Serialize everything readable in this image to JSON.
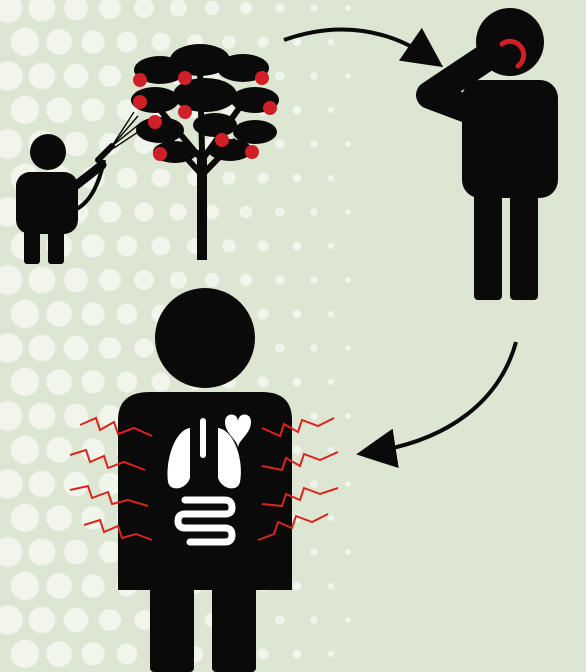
{
  "colors": {
    "background": "#dde6d3",
    "dots": "#f1f5ec",
    "silhouette": "#0a0a0a",
    "fruit": "#d01f26",
    "pain_lines": "#d9251d",
    "organs": "#ffffff"
  },
  "steps": [
    {
      "name": "spraying-pesticide-on-fruit-tree"
    },
    {
      "name": "person-eating-fruit"
    },
    {
      "name": "internal-organ-damage"
    }
  ],
  "icons": [
    "spray-nozzle-icon",
    "red-fruit-icon",
    "arrow-icon",
    "lungs-icon",
    "heart-icon",
    "intestines-icon",
    "pain-lightning-icon"
  ]
}
